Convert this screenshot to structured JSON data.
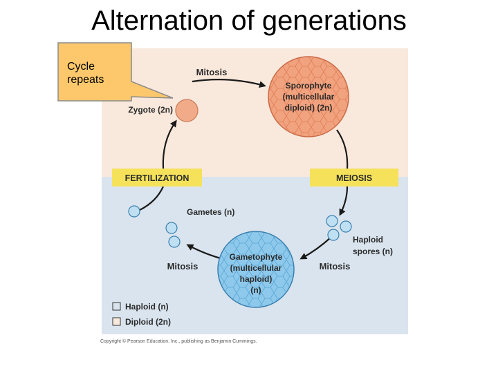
{
  "title": "Alternation of generations",
  "callout": {
    "line1": "Cycle",
    "line2": "repeats"
  },
  "labels": {
    "mitosis_top": "Mitosis",
    "sporophyte_1": "Sporophyte",
    "sporophyte_2": "(multicellular",
    "sporophyte_3": "diploid) (2n)",
    "zygote": "Zygote (2n)",
    "fertilization": "FERTILIZATION",
    "meiosis": "MEIOSIS",
    "gametes": "Gametes (n)",
    "haploid_spores_1": "Haploid",
    "haploid_spores_2": "spores (n)",
    "gametophyte_1": "Gametophyte",
    "gametophyte_2": "(multicellular",
    "gametophyte_3": "haploid)",
    "gametophyte_4": "(n)",
    "mitosis_left": "Mitosis",
    "mitosis_right": "Mitosis"
  },
  "legend": {
    "haploid": "Haploid (n)",
    "diploid": "Diploid (2n)"
  },
  "copyright": "Copyright © Pearson Education, Inc., publishing as Benjamin Cummings.",
  "colors": {
    "diploid_bg": "#f9e8dc",
    "haploid_bg": "#d9e4ee",
    "sporophyte": "#f1a27e",
    "gametophyte": "#8ec9ec",
    "zygote": "#f2ab88",
    "gamete": "#bfe0f3",
    "band": "#f5e25a",
    "callout": "#fcc86b"
  }
}
